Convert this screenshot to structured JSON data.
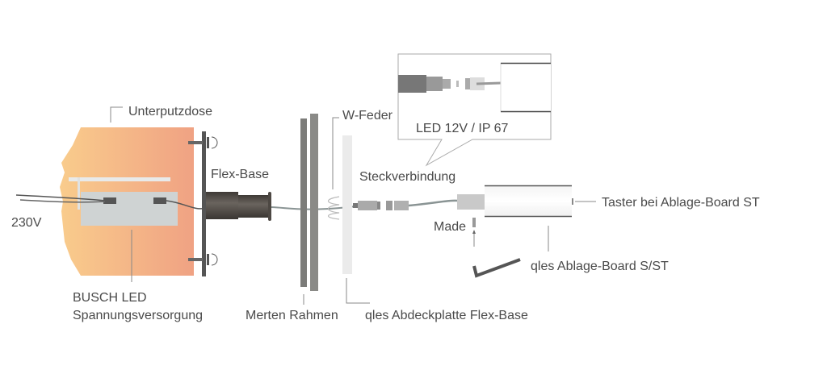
{
  "labels": {
    "unterputzdose": "Unterputzdose",
    "flex_base": "Flex-Base",
    "voltage_230": "230V",
    "busch_led_1": "BUSCH LED",
    "busch_led_2": "Spannungsversorgung",
    "merten_rahmen": "Merten Rahmen",
    "w_feder": "W-Feder",
    "abdeckplatte": "qles Abdeckplatte Flex-Base",
    "steckverbindung": "Steckverbindung",
    "led_spec": "LED 12V / IP 67",
    "made": "Made",
    "ablage_board": "qles Ablage-Board S/ST",
    "taster": "Taster bei Ablage-Board ST"
  },
  "colors": {
    "box_left": "#f9cc8c",
    "box_right": "#f0a283",
    "dark_part": "#4d4843",
    "frame": "#7c7c79",
    "text": "#4a4a4a"
  }
}
